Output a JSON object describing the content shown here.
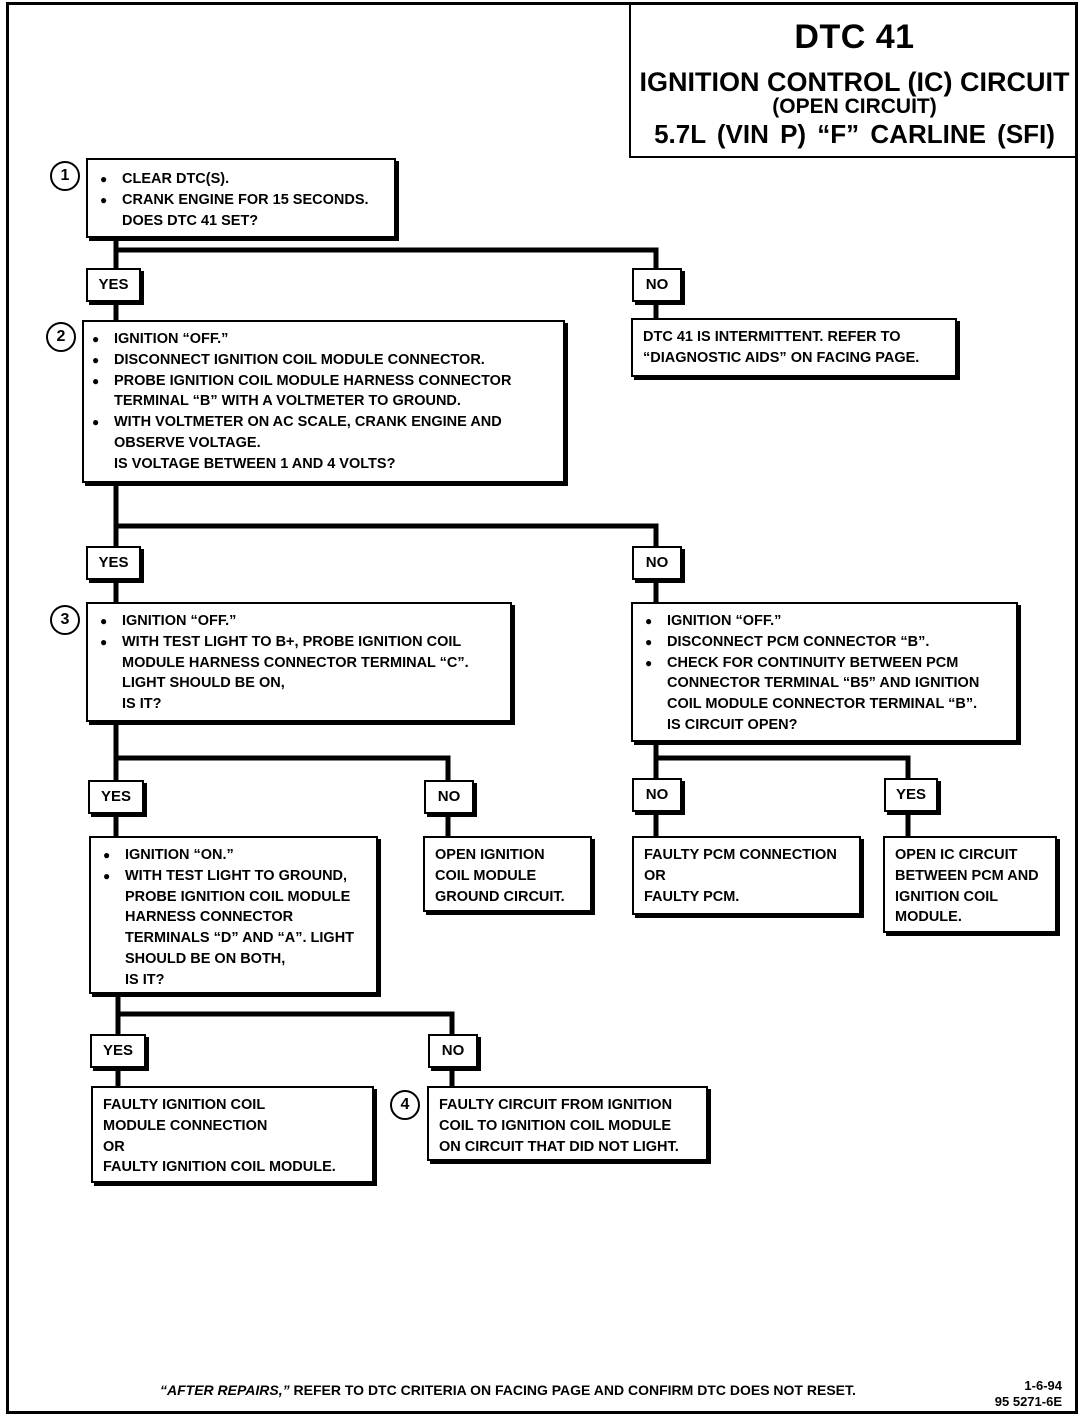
{
  "title": {
    "line1": "DTC 41",
    "line2": "IGNITION CONTROL (IC) CIRCUIT",
    "line3": "(OPEN CIRCUIT)",
    "line4": "5.7L  (VIN P)  “F”  CARLINE  (SFI)"
  },
  "steps": {
    "s1": {
      "num": "1",
      "bullets": [
        "CLEAR DTC(s).",
        "CRANK ENGINE FOR 15 SECONDS."
      ],
      "question": "DOES DTC 41 SET?"
    },
    "s2": {
      "num": "2",
      "bullets": [
        "IGNITION “OFF.”",
        "DISCONNECT IGNITION COIL MODULE CONNECTOR.",
        "PROBE IGNITION COIL MODULE HARNESS CONNECTOR TERMINAL “B” WITH A VOLTMETER TO GROUND.",
        "WITH VOLTMETER ON AC SCALE, CRANK ENGINE AND OBSERVE VOLTAGE."
      ],
      "question": "IS VOLTAGE BETWEEN 1 AND 4 VOLTS?"
    },
    "s2no": {
      "text": "DTC 41 IS INTERMITTENT.  REFER TO\n“DIAGNOSTIC AIDS” ON FACING PAGE."
    },
    "s3": {
      "num": "3",
      "bullets": [
        "IGNITION “OFF.”",
        "WITH TEST LIGHT TO B+, PROBE IGNITION COIL MODULE HARNESS CONNECTOR TERMINAL “C”. LIGHT SHOULD BE ON,"
      ],
      "question": "IS IT?"
    },
    "s3b": {
      "bullets": [
        "IGNITION “OFF.”",
        "DISCONNECT PCM CONNECTOR “B”.",
        "CHECK FOR CONTINUITY BETWEEN PCM CONNECTOR TERMINAL “B5” AND IGNITION COIL MODULE CONNECTOR TERMINAL “B”."
      ],
      "question": "IS CIRCUIT OPEN?"
    },
    "s4": {
      "bullets": [
        "IGNITION “ON.”",
        "WITH TEST LIGHT TO GROUND, PROBE IGNITION COIL MODULE HARNESS CONNECTOR TERMINALS “D” AND “A”. LIGHT SHOULD BE ON BOTH,"
      ],
      "question": "IS IT?"
    },
    "r_ground": {
      "text": "OPEN IGNITION\nCOIL MODULE\nGROUND CIRCUIT."
    },
    "r_pcm": {
      "text": "FAULTY PCM CONNECTION\nOR\nFAULTY PCM."
    },
    "r_ic": {
      "text": "OPEN IC CIRCUIT\nBETWEEN PCM AND\nIGNITION COIL\nMODULE."
    },
    "r_coil": {
      "text": "FAULTY IGNITION COIL\nMODULE CONNECTION\nOR\nFAULTY IGNITION COIL MODULE."
    },
    "r_circuit": {
      "num": "4",
      "text": "FAULTY CIRCUIT FROM IGNITION\nCOIL TO IGNITION COIL MODULE\nON CIRCUIT THAT DID NOT LIGHT."
    }
  },
  "labels": {
    "yes": "YES",
    "no": "NO"
  },
  "footer": {
    "italic": "“AFTER REPAIRS,”",
    "rest": " REFER TO DTC CRITERIA ON FACING PAGE AND CONFIRM DTC DOES NOT RESET.",
    "date": "1-6-94",
    "code": "95 5271-6E"
  }
}
